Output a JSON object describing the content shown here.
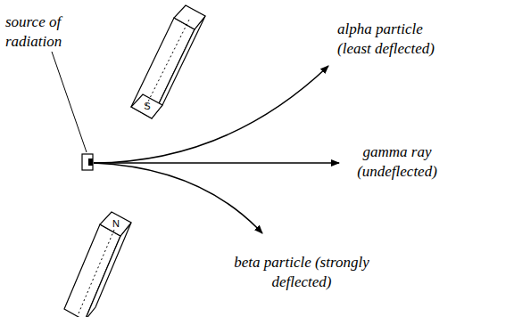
{
  "diagram": {
    "labels": [
      "source of radiation",
      "alpha particle (least deflected)",
      "gamma ray (undeflected)",
      "beta particle (strongly deflected)",
      "S",
      "N"
    ]
  }
}
